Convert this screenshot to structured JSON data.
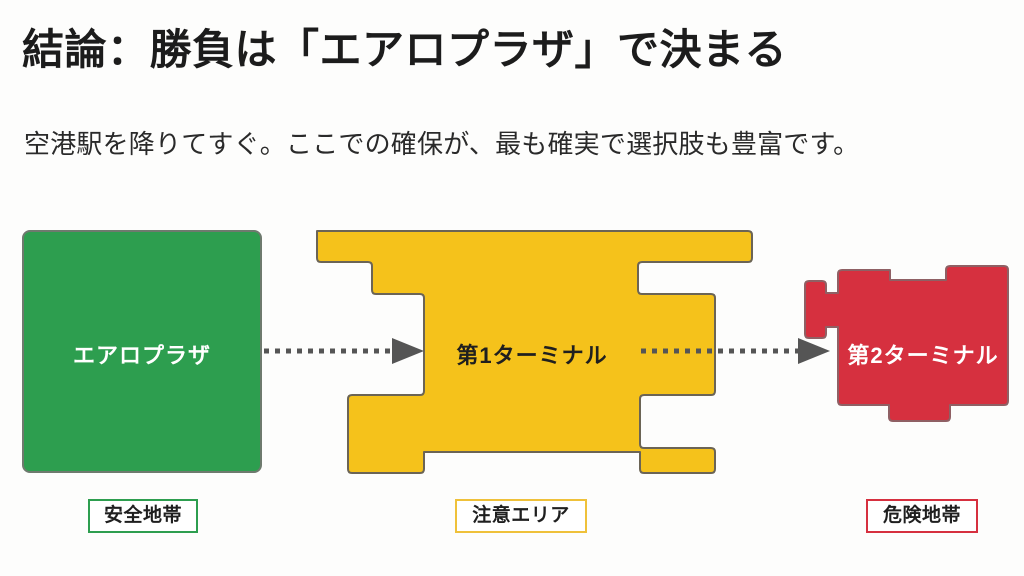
{
  "slide": {
    "background_color": "#fdfdfc",
    "title": "結論：勝負は「エアロプラザ」で決まる",
    "subtitle": "空港駅を降りてすぐ。ここでの確保が、最も確実で選択肢も豊富です。"
  },
  "diagram": {
    "type": "flow",
    "nodes": [
      {
        "id": "aero-plaza",
        "label": "エアロプラザ",
        "shape": "rounded-square",
        "fill_color": "#2d9e4f",
        "stroke_color": "#5f6b5f",
        "label_color": "#ffffff"
      },
      {
        "id": "terminal-1",
        "label": "第1ターミナル",
        "shape": "i-beam-terminal",
        "fill_color": "#f5c21b",
        "stroke_color": "#6b6455",
        "label_color": "#1f1f1f"
      },
      {
        "id": "terminal-2",
        "label": "第2ターミナル",
        "shape": "notched-block",
        "fill_color": "#d6303f",
        "stroke_color": "#8a5a5a",
        "label_color": "#ffffff"
      }
    ],
    "connectors": [
      {
        "id": "aero-to-t1",
        "from": "aero-plaza",
        "to": "terminal-1",
        "style": "dotted",
        "color": "#555555",
        "arrowhead": "filled-triangle"
      },
      {
        "id": "t1-to-t2",
        "from": "terminal-1",
        "to": "terminal-2",
        "style": "dotted",
        "color": "#555555",
        "arrowhead": "filled-triangle"
      }
    ]
  },
  "legend": {
    "items": [
      {
        "id": "safe",
        "label": "安全地帯",
        "border_color": "#2d9e4f"
      },
      {
        "id": "caution",
        "label": "注意エリア",
        "border_color": "#efc13a"
      },
      {
        "id": "danger",
        "label": "危険地帯",
        "border_color": "#d6303f"
      }
    ]
  }
}
